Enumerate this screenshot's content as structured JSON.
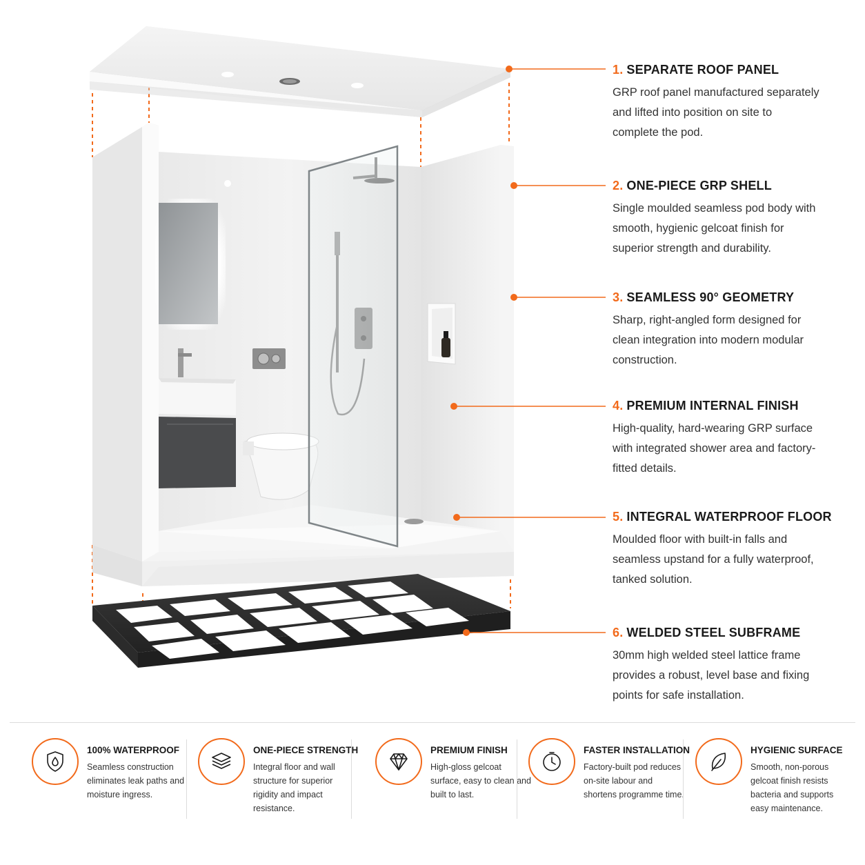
{
  "accent_color": "#f26a1b",
  "features": [
    {
      "num": "1.",
      "title": "SEPARATE ROOF PANEL",
      "desc": "GRP roof panel manufactured separately and lifted into position on site to complete the pod."
    },
    {
      "num": "2.",
      "title": "ONE-PIECE GRP SHELL",
      "desc": "Single moulded seamless pod body with smooth, hygienic gelcoat finish for superior strength and durability."
    },
    {
      "num": "3.",
      "title": "SEAMLESS 90° GEOMETRY",
      "desc": "Sharp, right-angled form designed for clean integration into modern modular construction."
    },
    {
      "num": "4.",
      "title": "PREMIUM INTERNAL FINISH",
      "desc": "High-quality, hard-wearing GRP surface with integrated shower area and factory-fitted details."
    },
    {
      "num": "5.",
      "title": "INTEGRAL WATERPROOF FLOOR",
      "desc": "Moulded floor with built-in falls and seamless upstand for a fully waterproof, tanked solution."
    },
    {
      "num": "6.",
      "title": "WELDED STEEL SUBFRAME",
      "desc": "30mm high welded steel lattice frame provides a robust, level base and fixing points for safe installation."
    }
  ],
  "benefits": [
    {
      "icon": "shield-droplet-icon",
      "title": "100% WATERPROOF",
      "desc": "Seamless construction eliminates leak paths and moisture ingress."
    },
    {
      "icon": "layers-icon",
      "title": "ONE-PIECE STRENGTH",
      "desc": "Integral floor and wall structure for superior rigidity and impact resistance."
    },
    {
      "icon": "diamond-icon",
      "title": "PREMIUM FINISH",
      "desc": "High-gloss gelcoat surface, easy to clean and built to last."
    },
    {
      "icon": "clock-icon",
      "title": "FASTER INSTALLATION",
      "desc": "Factory-built pod reduces on-site labour and shortens programme time."
    },
    {
      "icon": "leaf-icon",
      "title": "HYGIENIC SURFACE",
      "desc": "Smooth, non-porous gelcoat finish resists bacteria and supports easy maintenance."
    }
  ]
}
